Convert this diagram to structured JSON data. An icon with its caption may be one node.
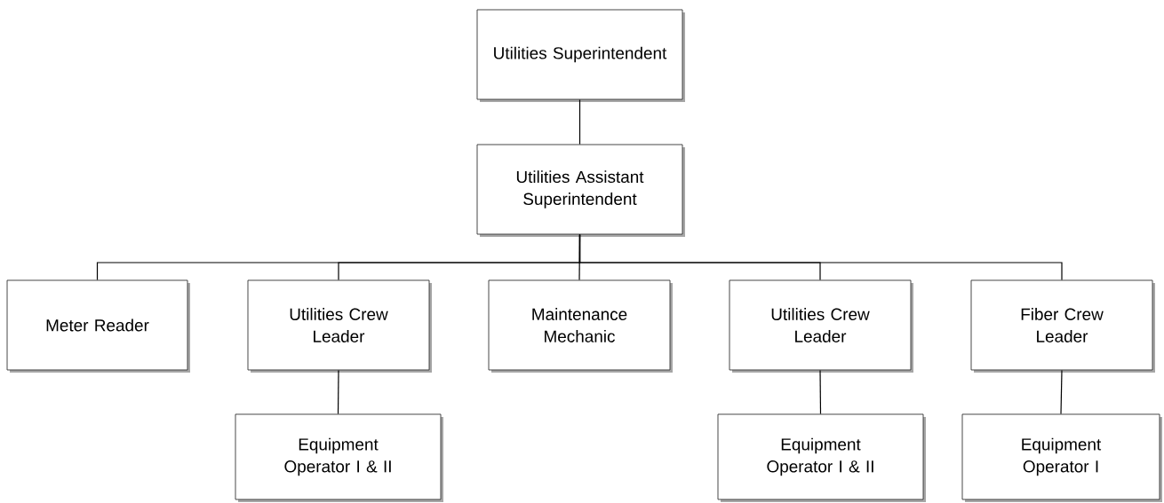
{
  "diagram": {
    "nodes": [
      {
        "text": [
          "Utilities Superintendent"
        ]
      },
      {
        "text": [
          "Utilities Assistant Superintendent"
        ]
      },
      {
        "text": [
          "Meter Reader"
        ]
      },
      {
        "text": [
          "Utilities Crew Leader"
        ]
      },
      {
        "text": [
          "Maintenance Mechanic"
        ]
      },
      {
        "text": [
          "Utilities Crew Leader"
        ]
      },
      {
        "text": [
          "Fiber Crew Leader"
        ]
      },
      {
        "text": [
          "Equipment Operator I & II"
        ]
      },
      {
        "text": [
          "Equipment Operator I & II"
        ]
      },
      {
        "text": [
          "Equipment Operator I"
        ]
      }
    ],
    "edges": [
      {
        "from": 0,
        "to": 1,
        "arrow": "none"
      },
      {
        "from": 1,
        "to": 2,
        "arrow": "none"
      },
      {
        "from": 1,
        "to": 3,
        "arrow": "none"
      },
      {
        "from": 1,
        "to": 4,
        "arrow": "none"
      },
      {
        "from": 1,
        "to": 5,
        "arrow": "none"
      },
      {
        "from": 1,
        "to": 6,
        "arrow": "none"
      },
      {
        "from": 3,
        "to": 7,
        "arrow": "none"
      },
      {
        "from": 5,
        "to": 8,
        "arrow": "none"
      },
      {
        "from": 6,
        "to": 9,
        "arrow": "none"
      }
    ]
  }
}
